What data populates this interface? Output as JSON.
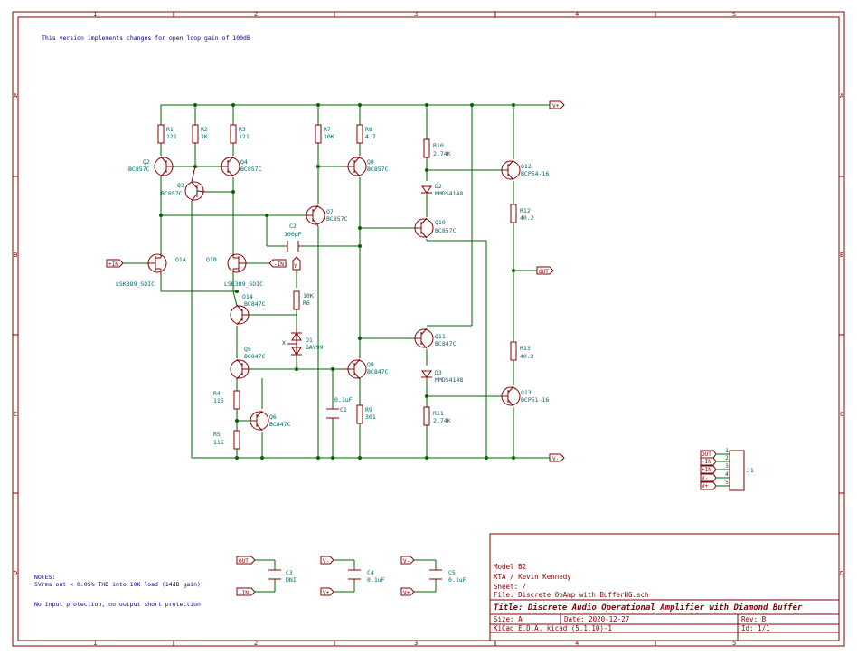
{
  "frame": {
    "cols": [
      "1",
      "2",
      "3",
      "4",
      "5"
    ],
    "rows": [
      "A",
      "B",
      "C",
      "D"
    ]
  },
  "header_note": "This version implements changes for open loop gain of 100dB",
  "nets": {
    "vplus": "V+",
    "vminus": "V-",
    "in_plus": "+IN",
    "in_minus": "-IN",
    "out": "OUT",
    "node_x": "X",
    "node_y": "Y"
  },
  "components": {
    "R1": {
      "ref": "R1",
      "value": "121"
    },
    "R2": {
      "ref": "R2",
      "value": "1K"
    },
    "R3": {
      "ref": "R3",
      "value": "121"
    },
    "R4": {
      "ref": "R4",
      "value": "115"
    },
    "R5": {
      "ref": "R5",
      "value": "115"
    },
    "R6": {
      "ref": "R6",
      "value": "10K"
    },
    "R7": {
      "ref": "R7",
      "value": "10K"
    },
    "R8": {
      "ref": "R8",
      "value": "4.7"
    },
    "R9": {
      "ref": "R9",
      "value": "301"
    },
    "R10": {
      "ref": "R10",
      "value": "2.74K"
    },
    "R11": {
      "ref": "R11",
      "value": "2.74K"
    },
    "R12": {
      "ref": "R12",
      "value": "40.2"
    },
    "R13": {
      "ref": "R13",
      "value": "40.2"
    },
    "C1": {
      "ref": "C1",
      "value": "0.1uF"
    },
    "C2": {
      "ref": "C2",
      "value": "100pF"
    },
    "C3": {
      "ref": "C3",
      "value": "DNI"
    },
    "C4": {
      "ref": "C4",
      "value": "0.1uF"
    },
    "C5": {
      "ref": "C5",
      "value": "0.1uF"
    },
    "D1": {
      "ref": "D1",
      "value": "BAV99"
    },
    "D2": {
      "ref": "D2",
      "value": "MMDS4148"
    },
    "D3": {
      "ref": "D3",
      "value": "MMDS4148"
    },
    "Q1A": {
      "ref": "Q1A",
      "value": "LSK389_SOIC"
    },
    "Q1B": {
      "ref": "Q1B",
      "value": "LSK389_SOIC"
    },
    "Q2": {
      "ref": "Q2",
      "value": "BC857C"
    },
    "Q3": {
      "ref": "Q3",
      "value": "BC857C"
    },
    "Q4": {
      "ref": "Q4",
      "value": "BC857C"
    },
    "Q5": {
      "ref": "Q5",
      "value": "BC847C"
    },
    "Q6": {
      "ref": "Q6",
      "value": "BC847C"
    },
    "Q7": {
      "ref": "Q7",
      "value": "BC857C"
    },
    "Q8": {
      "ref": "Q8",
      "value": "BC857C"
    },
    "Q9": {
      "ref": "Q9",
      "value": "BC847C"
    },
    "Q10": {
      "ref": "Q10",
      "value": "BC857C"
    },
    "Q11": {
      "ref": "Q11",
      "value": "BC847C"
    },
    "Q12": {
      "ref": "Q12",
      "value": "BCP54-16"
    },
    "Q13": {
      "ref": "Q13",
      "value": "BCP51-16"
    },
    "Q14": {
      "ref": "Q14",
      "value": "BC847C"
    },
    "J1": {
      "ref": "J1",
      "pins": [
        "1",
        "2",
        "3",
        "4",
        "5"
      ],
      "nets": [
        "OUT",
        "-IN",
        "+IN",
        "V-",
        "V+"
      ]
    }
  },
  "notes": {
    "title": "NOTES:",
    "line1": "5Vrms out < 0.05% THD into 10K load (14dB gain)",
    "line2": "No input protection, no output short protection"
  },
  "title_block": {
    "model": "Model B2",
    "author": "KTA / Kevin Kennedy",
    "sheet": "Sheet: /",
    "file": "File: Discrete OpAmp with BufferHG.sch",
    "title": "Title: Discrete Audio Operational Amplifier with Diamond Buffer",
    "size": "Size: A",
    "date": "Date: 2020-12-27",
    "rev": "Rev: B",
    "kicad": "KiCad E.D.A.  kicad (5.1.10)-1",
    "id": "Id: 1/1"
  }
}
